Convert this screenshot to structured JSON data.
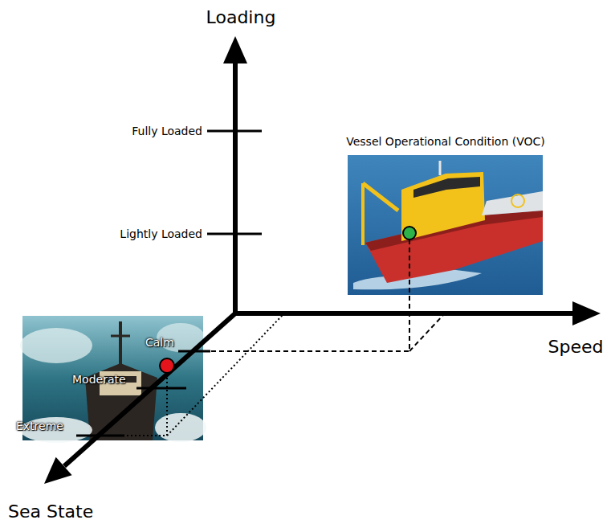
{
  "diagram": {
    "labels": [
      "Loading",
      "Fully Loaded",
      "Lightly Loaded",
      "Vessel Operational Condition (VOC)",
      "Speed",
      "Calm",
      "Moderate",
      "Extreme",
      "Sea State"
    ]
  }
}
